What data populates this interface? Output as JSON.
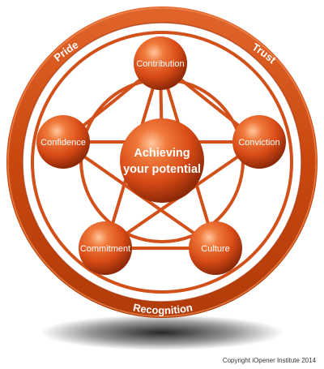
{
  "ring_labels": {
    "top_left": "Pride",
    "top_right": "Trust",
    "bottom": "Recognition"
  },
  "center": {
    "line1": "Achieving",
    "line2": "your potential"
  },
  "nodes": {
    "top": "Contribution",
    "right": "Conviction",
    "bottom_right": "Culture",
    "bottom_left": "Commitment",
    "left": "Confidence"
  },
  "copyright": "Copyright iOpener Institute 2014",
  "colors": {
    "ring": "#d2501a",
    "sphere_light": "#ffb07a",
    "sphere_mid": "#e2571f",
    "sphere_dark": "#8e2a08"
  }
}
